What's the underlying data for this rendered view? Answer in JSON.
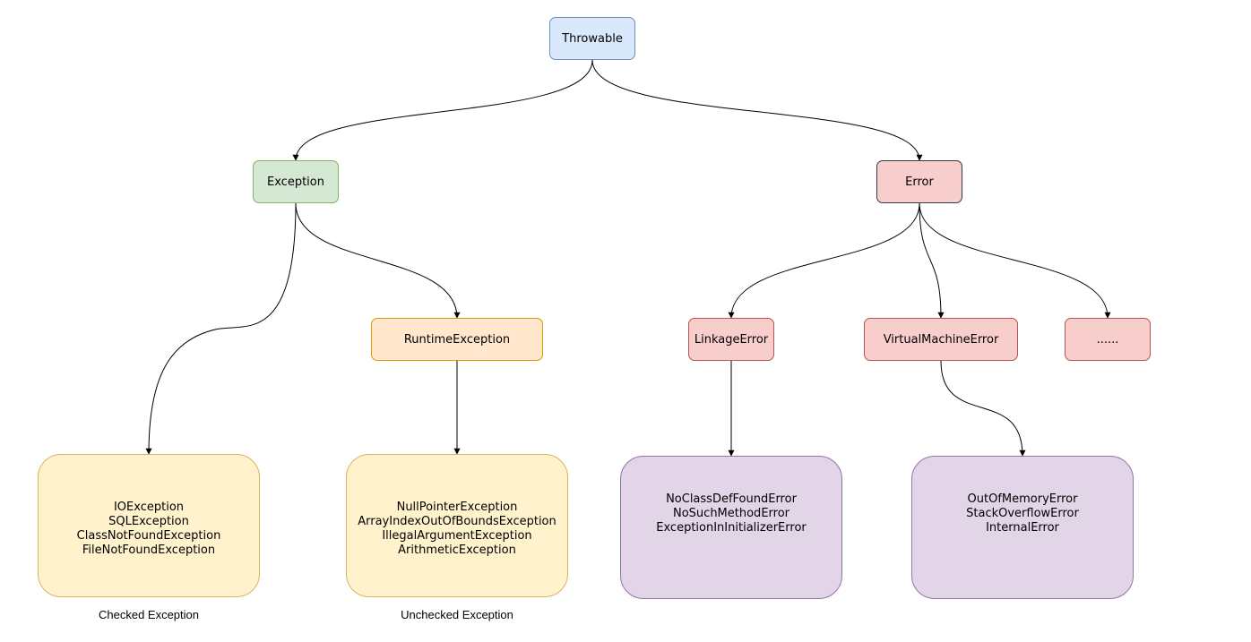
{
  "nodes": {
    "throwable": "Throwable",
    "exception": "Exception",
    "error": "Error",
    "runtime_exception": "RuntimeException",
    "linkage_error": "LinkageError",
    "virtual_machine_error": "VirtualMachineError",
    "more_errors": "......"
  },
  "groups": {
    "checked": [
      "IOException",
      "SQLException",
      "ClassNotFoundException",
      "FileNotFoundException"
    ],
    "unchecked": [
      "NullPointerException",
      "ArrayIndexOutOfBoundsException",
      "IllegalArgumentException",
      "ArithmeticException"
    ],
    "linkage": [
      "NoClassDefFoundError",
      "NoSuchMethodError",
      "ExceptionInInitializerError"
    ],
    "vm": [
      "OutOfMemoryError",
      "StackOverflowError",
      "InternalError"
    ]
  },
  "captions": {
    "checked": "Checked Exception",
    "unchecked": "Unchecked Exception"
  },
  "colors": {
    "throwable_fill": "#dae8fc",
    "exception_fill": "#d5e8d4",
    "runtime_fill": "#ffe6cc",
    "error_fill": "#f8cecc",
    "exception_group_fill": "#fff2cc",
    "error_group_fill": "#e1d5e7"
  }
}
